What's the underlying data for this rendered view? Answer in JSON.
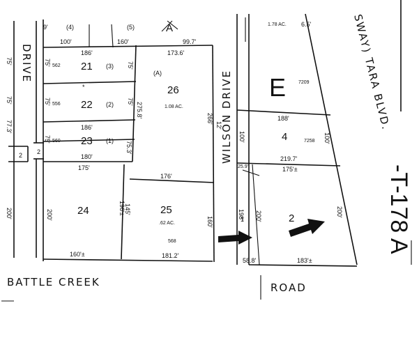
{
  "streets": {
    "drive_west": "DRIVE",
    "wilson_drive": "WILSON DRIVE",
    "tara_blvd": "SWAY) TARA BLVD.",
    "battle_creek": "BATTLE CREEK",
    "road": "ROAD",
    "route": "-T-178 A"
  },
  "blocks": {
    "e": "E",
    "a_top": "A"
  },
  "lots": {
    "l21": "21",
    "l22": "22",
    "l23": "23",
    "l24": "24",
    "l25": "25",
    "l26": "26",
    "l4": "4",
    "l2": "2",
    "l1": "1"
  },
  "lot_codes": {
    "c21": "(3)",
    "c22": "(2)",
    "c23": "(1)",
    "c26": "(A)",
    "c4_top": "(4)",
    "c5_top": "(5)",
    "c_asterisk": "*"
  },
  "house_numbers": {
    "h21": "562",
    "h22": "556",
    "h23": "560",
    "h25": "568",
    "e": "7209",
    "l4": "7258"
  },
  "areas": {
    "l26": "1.08 AC.",
    "l25": ".62 AC.",
    "e": "1.78 AC."
  },
  "dimensions": {
    "top_100": "100'",
    "top_160": "160'",
    "top_99_7": "99.7'",
    "top_9": "9'",
    "top_6_5": "6.5'",
    "row_186a": "186'",
    "row_173_6": "173.6'",
    "row_186b": "186'",
    "row_180": "180'",
    "row_175": "175'",
    "row_176": "176'",
    "row_188": "188'",
    "row_219_7": "219.7'",
    "row_175_pm": "175'±",
    "b_160": "160'±",
    "b_181_2": "181.2'",
    "b_58_8": "58.8'",
    "b_183": "183'±",
    "left_75a": "75'",
    "left_75b": "75'",
    "left_77_3": "77.3'",
    "left_200": "200'",
    "in_75a": "75'",
    "in_75b": "75'",
    "in_75c": "75'",
    "in_75d": "75'",
    "in_75e": "75'",
    "in_75_3": "75.3'",
    "l24_200": "200'",
    "d_275_8": "275.8'",
    "d_196": "196'±",
    "d_145": "145'",
    "d_266": "266'",
    "d_160": "160'",
    "d_100": "100'",
    "d_25_9": "25.9'",
    "d_198": "198'",
    "d_200a": "200'",
    "d_200b": "200'",
    "d_100r": "100'",
    "d_12": "12'",
    "d_2a": "2",
    "d_2b": "2"
  }
}
